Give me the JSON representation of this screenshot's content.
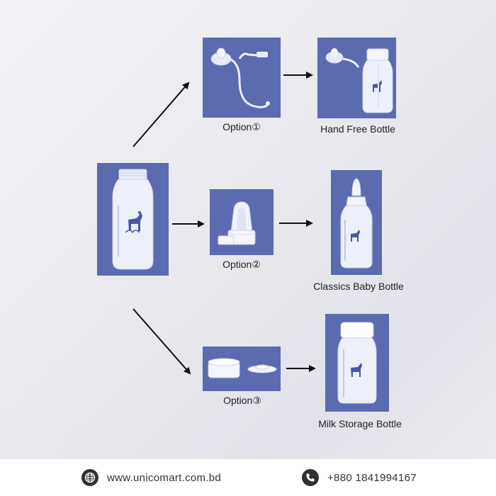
{
  "source": {
    "icon": "baby-bottle-body"
  },
  "rows": [
    {
      "option_label": "Option①",
      "option_icon": "hand-free-straw-kit",
      "product_label": "Hand Free Bottle",
      "product_icon": "hand-free-bottle"
    },
    {
      "option_label": "Option②",
      "option_icon": "nipple-cap",
      "product_label": "Classics Baby Bottle",
      "product_icon": "classic-baby-bottle"
    },
    {
      "option_label": "Option③",
      "option_icon": "storage-lid-and-disc",
      "product_label": "Milk Storage Bottle",
      "product_icon": "milk-storage-bottle"
    }
  ],
  "footer": {
    "website": "www.unicomart.com.bd",
    "website_icon": "globe-icon",
    "phone": "+880 1841994167",
    "phone_icon": "phone-icon"
  },
  "colors": {
    "tile": "#5c6ab0",
    "arrow": "#111111",
    "footer_bg": "#ffffff"
  }
}
